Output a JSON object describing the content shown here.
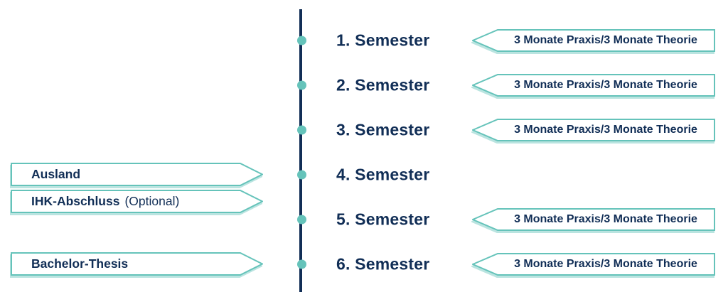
{
  "colors": {
    "navy": "#112e56",
    "teal": "#65c3ba"
  },
  "timeline": {
    "semesters": [
      {
        "label": "1. Semester",
        "right_tag": "3 Monate Praxis/3 Monate Theorie"
      },
      {
        "label": "2. Semester",
        "right_tag": "3 Monate Praxis/3 Monate Theorie"
      },
      {
        "label": "3. Semester",
        "right_tag": "3 Monate Praxis/3 Monate Theorie"
      },
      {
        "label": "4. Semester",
        "right_tag": ""
      },
      {
        "label": "5. Semester",
        "right_tag": "3 Monate Praxis/3 Monate Theorie"
      },
      {
        "label": "6. Semester",
        "right_tag": "3 Monate Praxis/3 Monate Theorie"
      }
    ],
    "left_tags": [
      {
        "label": "Ausland",
        "note": ""
      },
      {
        "label": "IHK-Abschluss",
        "note": "(Optional)"
      },
      {
        "label": "Bachelor-Thesis",
        "note": ""
      }
    ]
  }
}
